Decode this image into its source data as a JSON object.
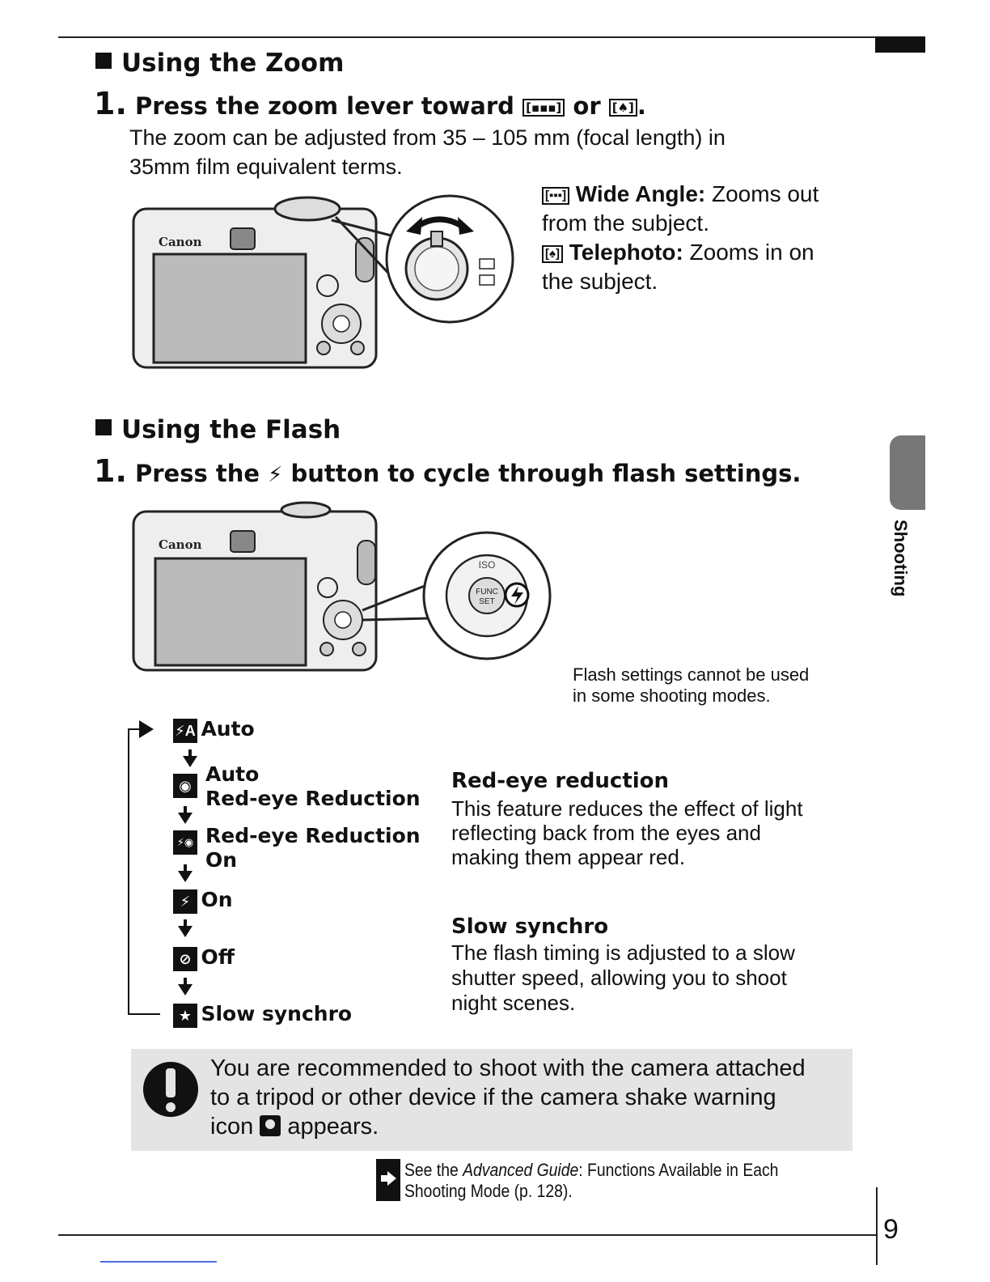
{
  "zoom": {
    "heading": "Using the Zoom",
    "step_number": "1.",
    "step_text_a": "Press the zoom lever toward",
    "step_or": "or",
    "step_end": ".",
    "wide_glyph": "[▪▪▪]",
    "tele_glyph": "[♠]",
    "para_line1": "The zoom can be adjusted from 35 – 105 mm (focal length) in",
    "para_line2": "35mm film equivalent terms.",
    "wide_label": "Wide Angle:",
    "wide_text_a": "Zooms out",
    "wide_text_b": "from the subject.",
    "tele_label": "Telephoto:",
    "tele_text_a": "Zooms in on",
    "tele_text_b": "the subject.",
    "camera_brand": "Canon"
  },
  "flash": {
    "heading": "Using the Flash",
    "step_number": "1.",
    "step_text_a": "Press the",
    "step_text_b": "button to cycle through flash settings.",
    "note_line1": "Flash settings cannot be used",
    "note_line2": "in some shooting modes.",
    "camera_brand": "Canon",
    "dial_iso": "ISO",
    "dial_func": "FUNC",
    "dial_set": "SET",
    "items": [
      {
        "line1": "Auto",
        "line2": "",
        "icon": "flash-auto-icon",
        "glyph": "⚡A"
      },
      {
        "line1": "Auto",
        "line2": "Red-eye Reduction",
        "icon": "red-eye-auto-icon",
        "glyph": "◉"
      },
      {
        "line1": "Red-eye Reduction",
        "line2": "On",
        "icon": "red-eye-on-icon",
        "glyph": "⚡◉"
      },
      {
        "line1": "On",
        "line2": "",
        "icon": "flash-on-icon",
        "glyph": "⚡"
      },
      {
        "line1": "Off",
        "line2": "",
        "icon": "flash-off-icon",
        "glyph": "⊘"
      },
      {
        "line1": "Slow synchro",
        "line2": "",
        "icon": "slow-synchro-icon",
        "glyph": "★"
      }
    ],
    "redeye_heading": "Red-eye reduction",
    "redeye_l1": "This feature reduces the effect of light",
    "redeye_l2": "reflecting back from the eyes and",
    "redeye_l3": "making them appear red.",
    "slow_heading": "Slow synchro",
    "slow_l1": "The flash timing is adjusted to a slow",
    "slow_l2": "shutter speed, allowing you to shoot",
    "slow_l3": "night scenes."
  },
  "warning": {
    "line1": "You are recommended to shoot with the camera attached",
    "line2": "to a tripod or other device if the camera shake warning",
    "line3_a": "icon",
    "line3_b": "appears."
  },
  "reference": {
    "line1_a": "See the ",
    "line1_italic": "Advanced Guide",
    "line1_b": ": Functions Available in Each",
    "line2": "Shooting Mode (p. 128)."
  },
  "sidebar": {
    "label": "Shooting"
  },
  "page_number": "9"
}
